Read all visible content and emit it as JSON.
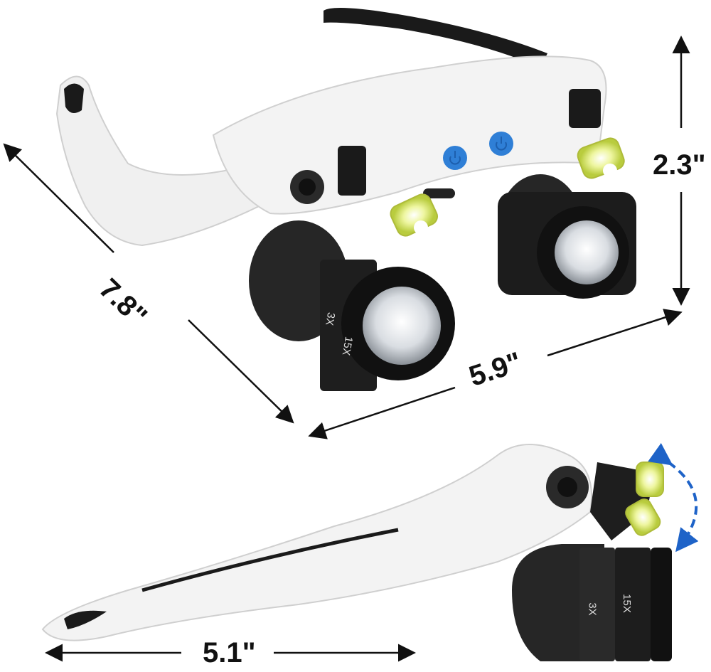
{
  "product": {
    "name": "Head-mounted binocular magnifier glasses with LED lights",
    "buttons": [
      "power-button-left",
      "power-button-right"
    ],
    "port": "USB-C charging port"
  },
  "dimensions": {
    "length": "7.8\"",
    "width": "5.9\"",
    "height": "2.3\"",
    "side_length": "5.1\""
  },
  "lens_marks": {
    "front_left_outer": "3X",
    "front_left_inner": "15X",
    "side_outer": "3X",
    "side_inner": "15X"
  },
  "colors": {
    "body": "#f2f2f2",
    "lens_housing": "#1a1a1a",
    "button_blue": "#2f7fd6",
    "led_green": "#d8e86a",
    "rotation_arrow": "#1e63c8",
    "dimension_line": "#111111"
  }
}
